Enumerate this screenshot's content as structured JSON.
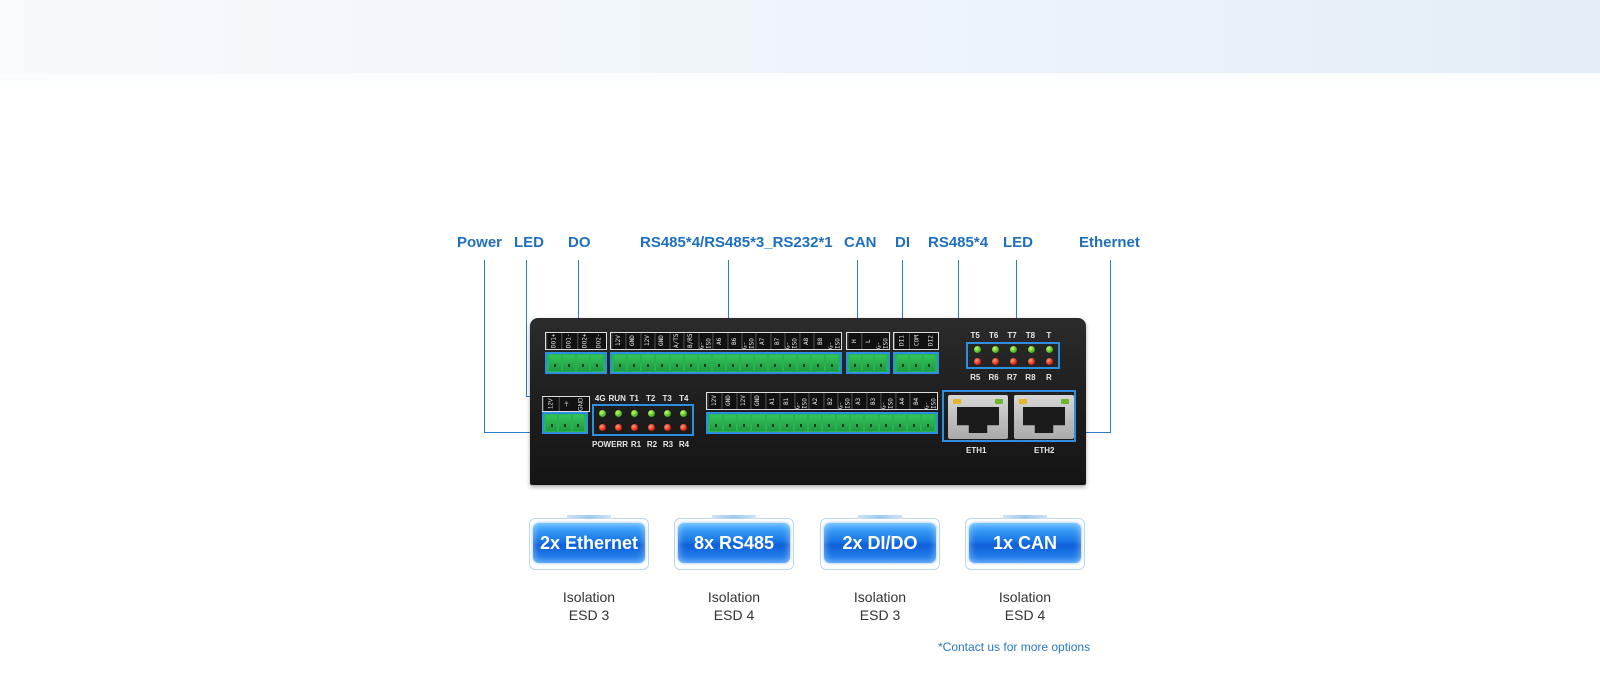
{
  "callouts": {
    "power": "Power",
    "led_left": "LED",
    "do": "DO",
    "rs485_rs232": "RS485*4/RS485*3_RS232*1",
    "can": "CAN",
    "di": "DI",
    "rs485_right": "RS485*4",
    "led_right": "LED",
    "ethernet": "Ethernet"
  },
  "device": {
    "do_strip": [
      "DO1+",
      "DO1-",
      "DO2+",
      "DO2-"
    ],
    "top_strip": [
      "12V",
      "GND",
      "12V",
      "GND",
      "A/T5",
      "B/R5",
      "G-ISO",
      "A6",
      "B6",
      "G-ISO",
      "A7",
      "B7",
      "G-ISO",
      "A8",
      "B8",
      "G-ISO"
    ],
    "can_strip": [
      "H",
      "L",
      "G-ISO"
    ],
    "di_strip": [
      "DI1",
      "COM",
      "DI2"
    ],
    "power_strip": [
      "12V",
      "⏚",
      "GND"
    ],
    "bottom_strip": [
      "12V",
      "GND",
      "12V",
      "GND",
      "A1",
      "B1",
      "G-ISO",
      "A2",
      "B2",
      "G-ISO",
      "A3",
      "B3",
      "G-ISO",
      "A4",
      "B4",
      "G-ISO"
    ],
    "led_left_top": [
      "4G",
      "RUN",
      "T1",
      "T2",
      "T3",
      "T4"
    ],
    "led_left_bottom": [
      "POW",
      "ERR",
      "R1",
      "R2",
      "R3",
      "R4"
    ],
    "led_right_top": [
      "T5",
      "T6",
      "T7",
      "T8",
      "T"
    ],
    "led_right_bottom": [
      "R5",
      "R6",
      "R7",
      "R8",
      "R"
    ],
    "eth1": "ETH1",
    "eth2": "ETH2"
  },
  "badges": [
    {
      "title": "2x Ethernet",
      "line1": "Isolation",
      "line2": "ESD 3"
    },
    {
      "title": "8x RS485",
      "line1": "Isolation",
      "line2": "ESD 4"
    },
    {
      "title": "2x DI/DO",
      "line1": "Isolation",
      "line2": "ESD 3"
    },
    {
      "title": "1x CAN",
      "line1": "Isolation",
      "line2": "ESD 4"
    }
  ],
  "footnote": "*Contact us for more options",
  "colors": {
    "accent": "#1e6fbd",
    "terminal_green": "#27b34f",
    "frame_blue": "#2d8fe0",
    "badge_blue": "#1976e6"
  }
}
